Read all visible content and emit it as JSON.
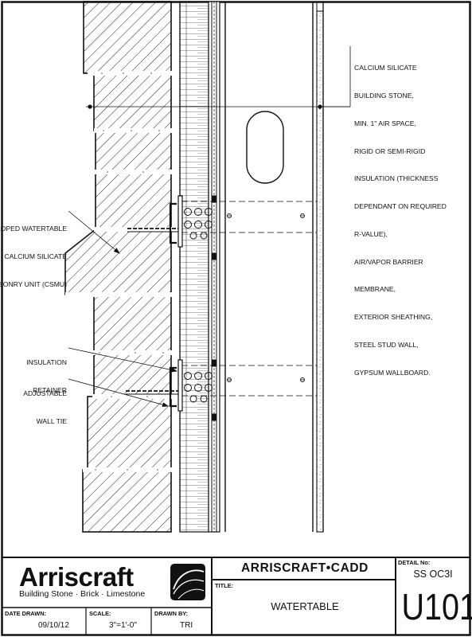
{
  "drawing": {
    "layer_notes": [
      "CALCIUM SILICATE",
      "BUILDING STONE,",
      "MIN. 1\" AIR SPACE,",
      "RIGID OR SEMI-RIGID",
      "INSULATION (THICKNESS",
      "DEPENDANT ON REQUIRED",
      "R-VALUE),",
      "AIR/VAPOR BARRIER",
      "MEMBRANE,",
      "EXTERIOR SHEATHING,",
      "STEEL STUD WALL,",
      "GYPSUM WALLBOARD."
    ],
    "callouts": {
      "watertable": [
        "SLOPED WATERTABLE",
        "CALCIUM SILICATE",
        "MASONRY UNIT (CSMU)"
      ],
      "retainer": [
        "INSULATION",
        "RETAINER"
      ],
      "tie": [
        "ADJUSTABLE",
        "WALL TIE"
      ]
    }
  },
  "title_block": {
    "logo": "Arriscraft",
    "tagline": "Building Stone · Brick · Limestone",
    "company": "ARRISCRAFT•CADD",
    "title_label": "TITLE:",
    "title": "WATERTABLE",
    "detail_label": "DETAIL No:",
    "detail_code": "SS OC3I",
    "sheet_number": "U101",
    "date_label": "DATE DRAWN:",
    "date": "09/10/12",
    "scale_label": "SCALE:",
    "scale": "3\"=1'-0\"",
    "drawn_by_label": "DRAWN BY:",
    "drawn_by": "TRI"
  }
}
